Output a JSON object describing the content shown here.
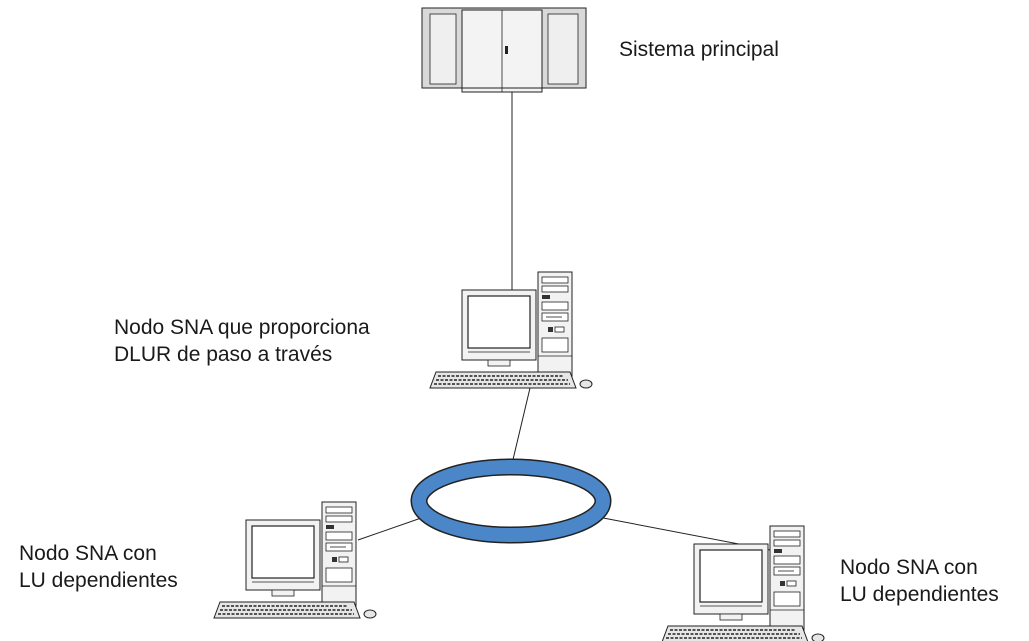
{
  "diagram": {
    "nodes": [
      {
        "id": "host",
        "kind": "mainframe",
        "label_lines": [
          "Sistema principal"
        ]
      },
      {
        "id": "dlur",
        "kind": "workstation",
        "label_lines": [
          "Nodo SNA que proporciona",
          "DLUR de paso a través"
        ]
      },
      {
        "id": "lu_left",
        "kind": "workstation",
        "label_lines": [
          "Nodo SNA con",
          "LU dependientes"
        ]
      },
      {
        "id": "lu_right",
        "kind": "workstation",
        "label_lines": [
          "Nodo SNA con",
          "LU dependientes"
        ]
      }
    ],
    "network": {
      "kind": "token-ring",
      "color": "#4a86c8"
    },
    "connections": [
      {
        "from": "host",
        "to": "dlur"
      },
      {
        "from": "dlur",
        "to": "ring"
      },
      {
        "from": "ring",
        "to": "lu_left"
      },
      {
        "from": "ring",
        "to": "lu_right"
      }
    ]
  }
}
